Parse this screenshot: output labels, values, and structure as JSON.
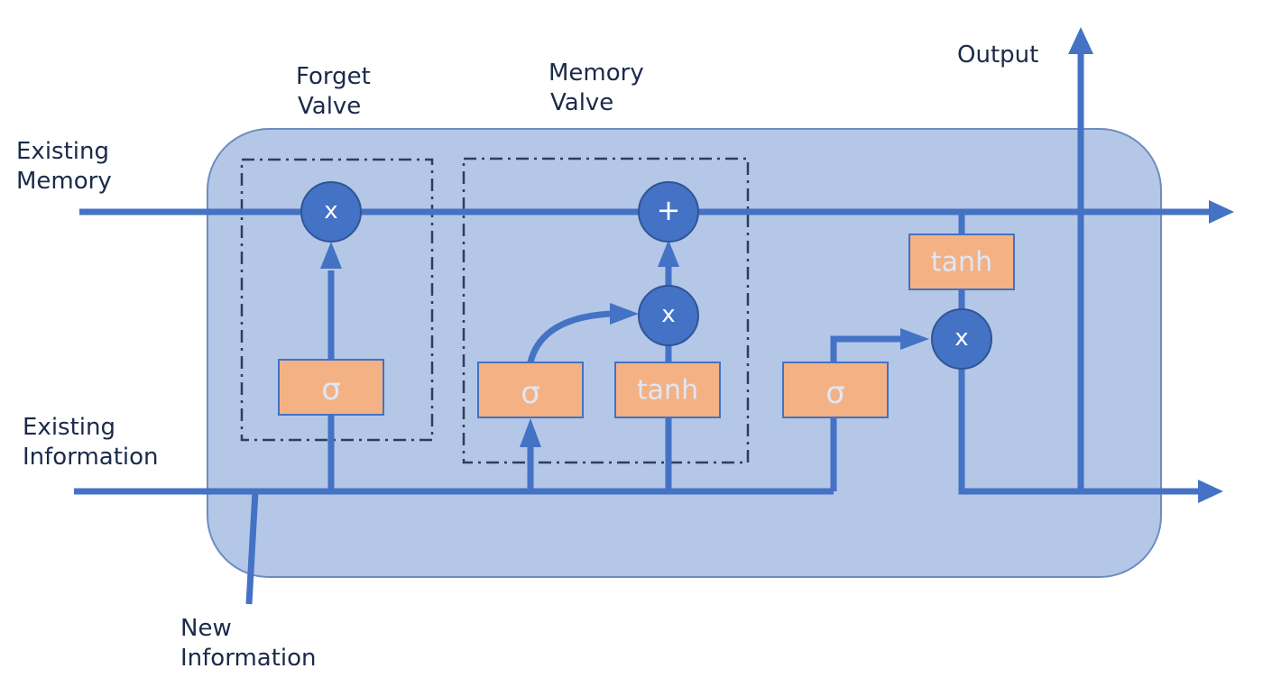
{
  "labels": {
    "existing_memory": [
      "Existing",
      "Memory"
    ],
    "existing_information": [
      "Existing",
      "Information"
    ],
    "new_information": [
      "New",
      "Information"
    ],
    "forget_valve": [
      "Forget",
      "Valve"
    ],
    "memory_valve": [
      "Memory",
      "Valve"
    ],
    "output": "Output"
  },
  "gates": {
    "forget_sigma": "σ",
    "input_sigma": "σ",
    "input_tanh": "tanh",
    "output_sigma": "σ",
    "memory_tanh": "tanh"
  },
  "operators": {
    "forget_multiply": "x",
    "memory_add": "+",
    "input_multiply": "x",
    "output_multiply": "x"
  },
  "colors": {
    "cell_fill": "#b4c7e7",
    "wire": "#4472c4",
    "gate_fill": "#f4b183",
    "gate_text": "#dfe6f5",
    "node_fill": "#4472c4",
    "label_text": "#1b2a4a"
  }
}
